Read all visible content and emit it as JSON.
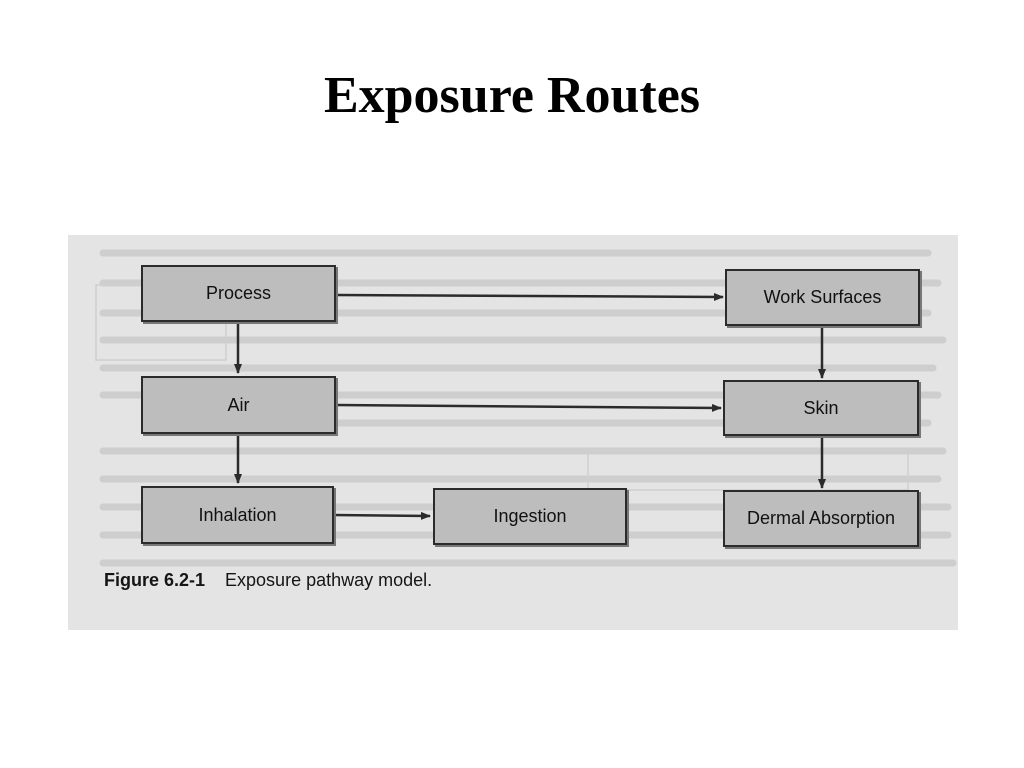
{
  "slide": {
    "title": "Exposure Routes"
  },
  "diagram": {
    "nodes": {
      "process": "Process",
      "work_surfaces": "Work Surfaces",
      "air": "Air",
      "skin": "Skin",
      "inhalation": "Inhalation",
      "ingestion": "Ingestion",
      "dermal_absorption": "Dermal Absorption"
    },
    "edges": [
      [
        "Process",
        "Work Surfaces"
      ],
      [
        "Process",
        "Air"
      ],
      [
        "Air",
        "Skin"
      ],
      [
        "Air",
        "Inhalation"
      ],
      [
        "Work Surfaces",
        "Skin"
      ],
      [
        "Skin",
        "Dermal Absorption"
      ],
      [
        "Inhalation",
        "Ingestion"
      ]
    ]
  },
  "caption": {
    "number": "Figure 6.2-1",
    "text": "Exposure pathway model."
  },
  "colors": {
    "node_fill": "#bdbdbd",
    "node_border": "#2b2b2b",
    "scan_background": "#e4e4e4"
  }
}
